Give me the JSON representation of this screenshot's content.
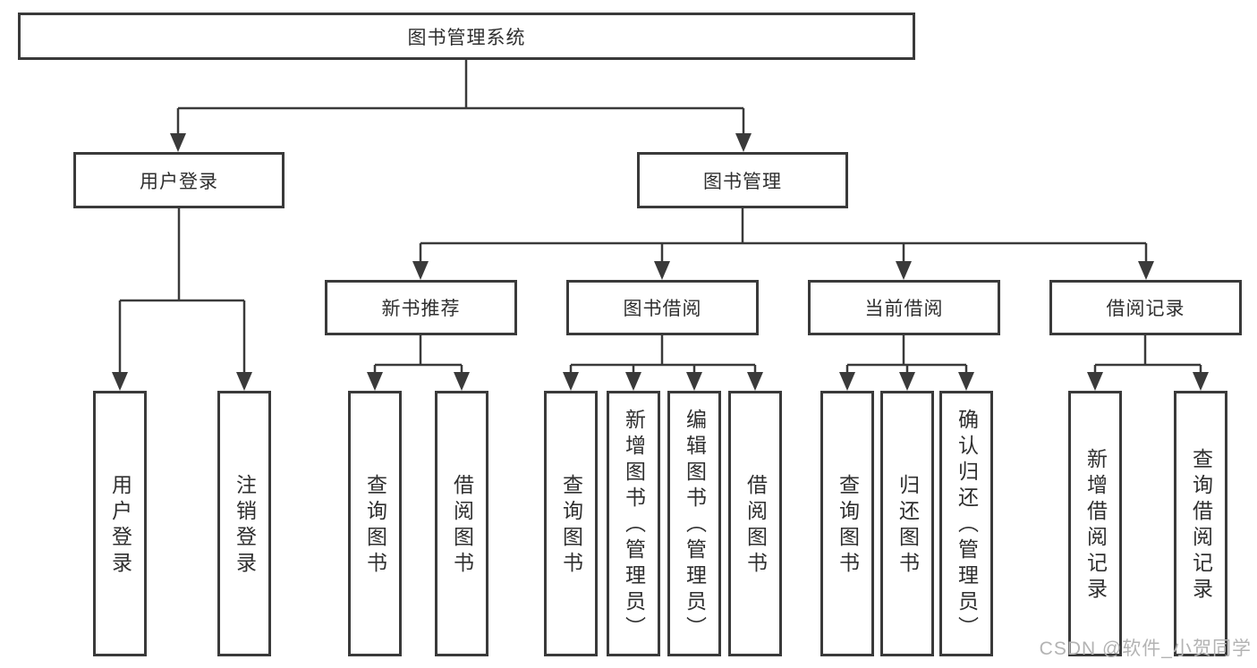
{
  "diagram": {
    "root": {
      "label": "图书管理系统"
    },
    "user_login": {
      "label": "用户登录",
      "leaves": [
        "用户登录",
        "注销登录"
      ]
    },
    "book_management": {
      "label": "图书管理"
    },
    "groups": [
      {
        "label": "新书推荐",
        "leaves": [
          "查询图书",
          "借阅图书"
        ]
      },
      {
        "label": "图书借阅",
        "leaves": [
          "查询图书",
          "新增图书（管理员）",
          "编辑图书（管理员）",
          "借阅图书"
        ]
      },
      {
        "label": "当前借阅",
        "leaves": [
          "查询图书",
          "归还图书",
          "确认归还（管理员）"
        ]
      },
      {
        "label": "借阅记录",
        "leaves": [
          "新增借阅记录",
          "查询借阅记录"
        ]
      }
    ]
  },
  "watermark": "CSDN @软件_小贺同学",
  "colors": {
    "line": "#3a3a3a",
    "text": "#2f2f2f",
    "watermark": "#b3b3b3",
    "background": "#ffffff"
  }
}
